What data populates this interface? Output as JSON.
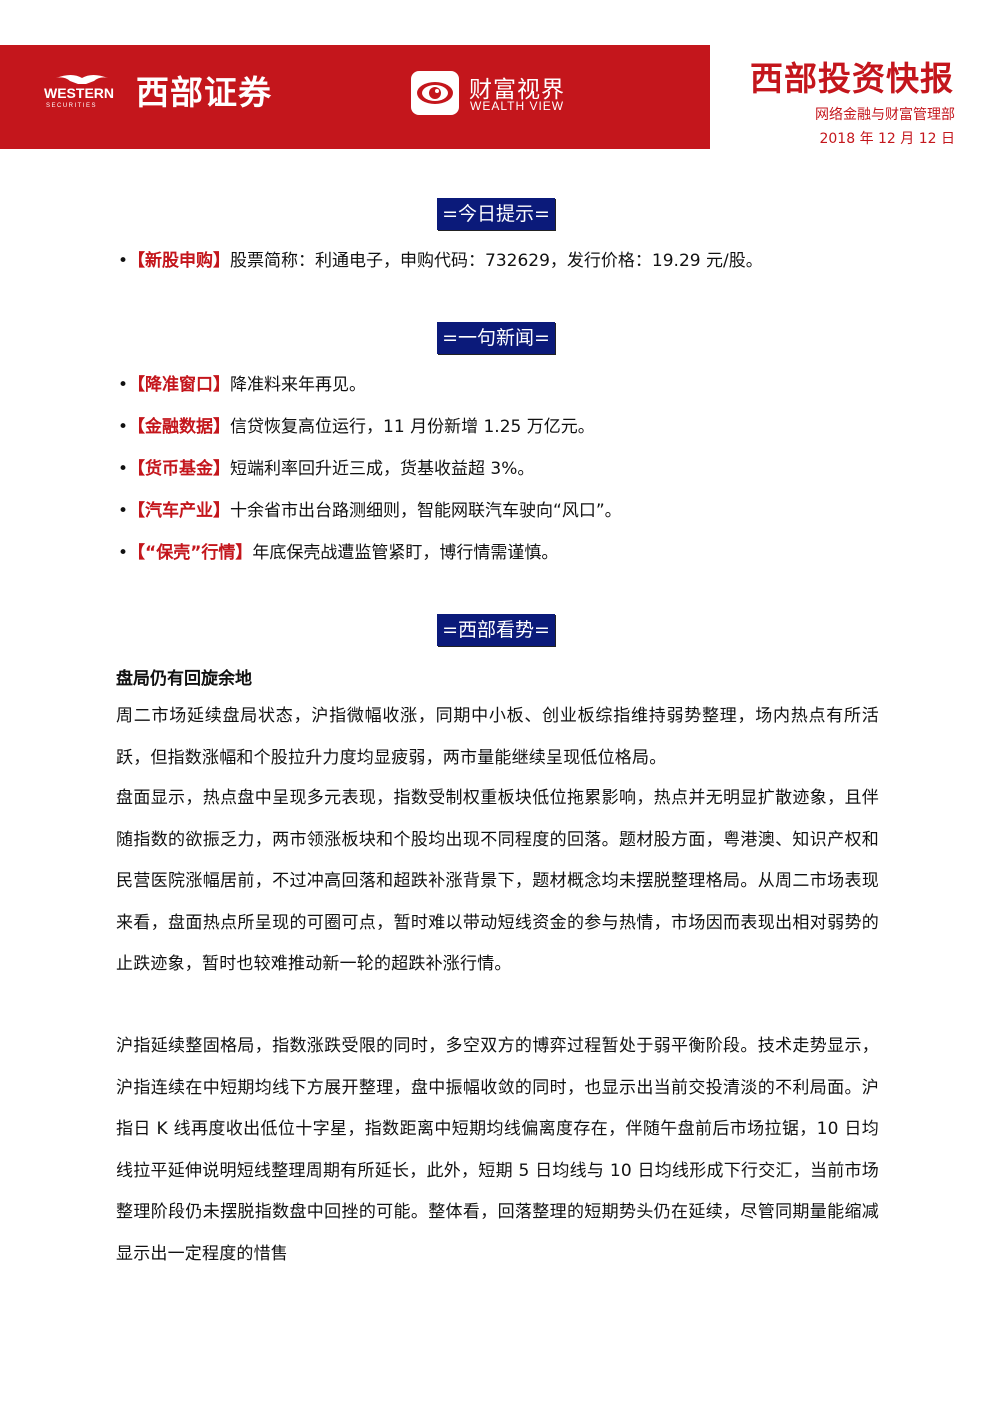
{
  "header": {
    "logo_en": "WESTERN",
    "logo_en_sub": "SECURITIES",
    "brand_cn": "西部证券",
    "wealth_cn": "财富视界",
    "wealth_en": "WEALTH VIEW",
    "report_title": "西部投资快报",
    "department": "网络金融与财富管理部",
    "date": "2018 年 12 月 12 日",
    "colors": {
      "brand_red": "#c4161c",
      "section_navy": "#0b1a7a"
    }
  },
  "sections": {
    "today": {
      "title": "=今日提示=",
      "items": [
        {
          "tag": "【新股申购】",
          "text": "股票简称：利通电子，申购代码：732629，发行价格：19.29 元/股。"
        }
      ]
    },
    "news": {
      "title": "=一句新闻=",
      "items": [
        {
          "tag": "【降准窗口】",
          "text": "降准料来年再见。"
        },
        {
          "tag": "【金融数据】",
          "text": "信贷恢复高位运行，11 月份新增 1.25 万亿元。"
        },
        {
          "tag": "【货币基金】",
          "text": "短端利率回升近三成，货基收益超 3%。"
        },
        {
          "tag": "【汽车产业】",
          "text": "十余省市出台路测细则，智能网联汽车驶向“风口”。"
        },
        {
          "tag": "【“保壳”行情】",
          "text": "年底保壳战遭监管紧盯，博行情需谨慎。"
        }
      ]
    },
    "view": {
      "title": "=西部看势=",
      "subtitle": "盘局仍有回旋余地",
      "paragraphs": [
        "周二市场延续盘局状态，沪指微幅收涨，同期中小板、创业板综指维持弱势整理，场内热点有所活跃，但指数涨幅和个股拉升力度均显疲弱，两市量能继续呈现低位格局。",
        "盘面显示，热点盘中呈现多元表现，指数受制权重板块低位拖累影响，热点并无明显扩散迹象，且伴随指数的欲振乏力，两市领涨板块和个股均出现不同程度的回落。题材股方面，粤港澳、知识产权和民营医院涨幅居前，不过冲高回落和超跌补涨背景下，题材概念均未摆脱整理格局。从周二市场表现来看，盘面热点所呈现的可圈可点，暂时难以带动短线资金的参与热情，市场因而表现出相对弱势的止跌迹象，暂时也较难推动新一轮的超跌补涨行情。",
        "沪指延续整固格局，指数涨跌受限的同时，多空双方的博弈过程暂处于弱平衡阶段。技术走势显示，沪指连续在中短期均线下方展开整理，盘中振幅收敛的同时，也显示出当前交投清淡的不利局面。沪指日 K 线再度收出低位十字星，指数距离中短期均线偏离度存在，伴随午盘前后市场拉锯，10 日均线拉平延伸说明短线整理周期有所延长，此外，短期 5 日均线与 10 日均线形成下行交汇，当前市场整理阶段仍未摆脱指数盘中回挫的可能。整体看，回落整理的短期势头仍在延续，尽管同期量能缩减显示出一定程度的惜售"
      ]
    }
  }
}
